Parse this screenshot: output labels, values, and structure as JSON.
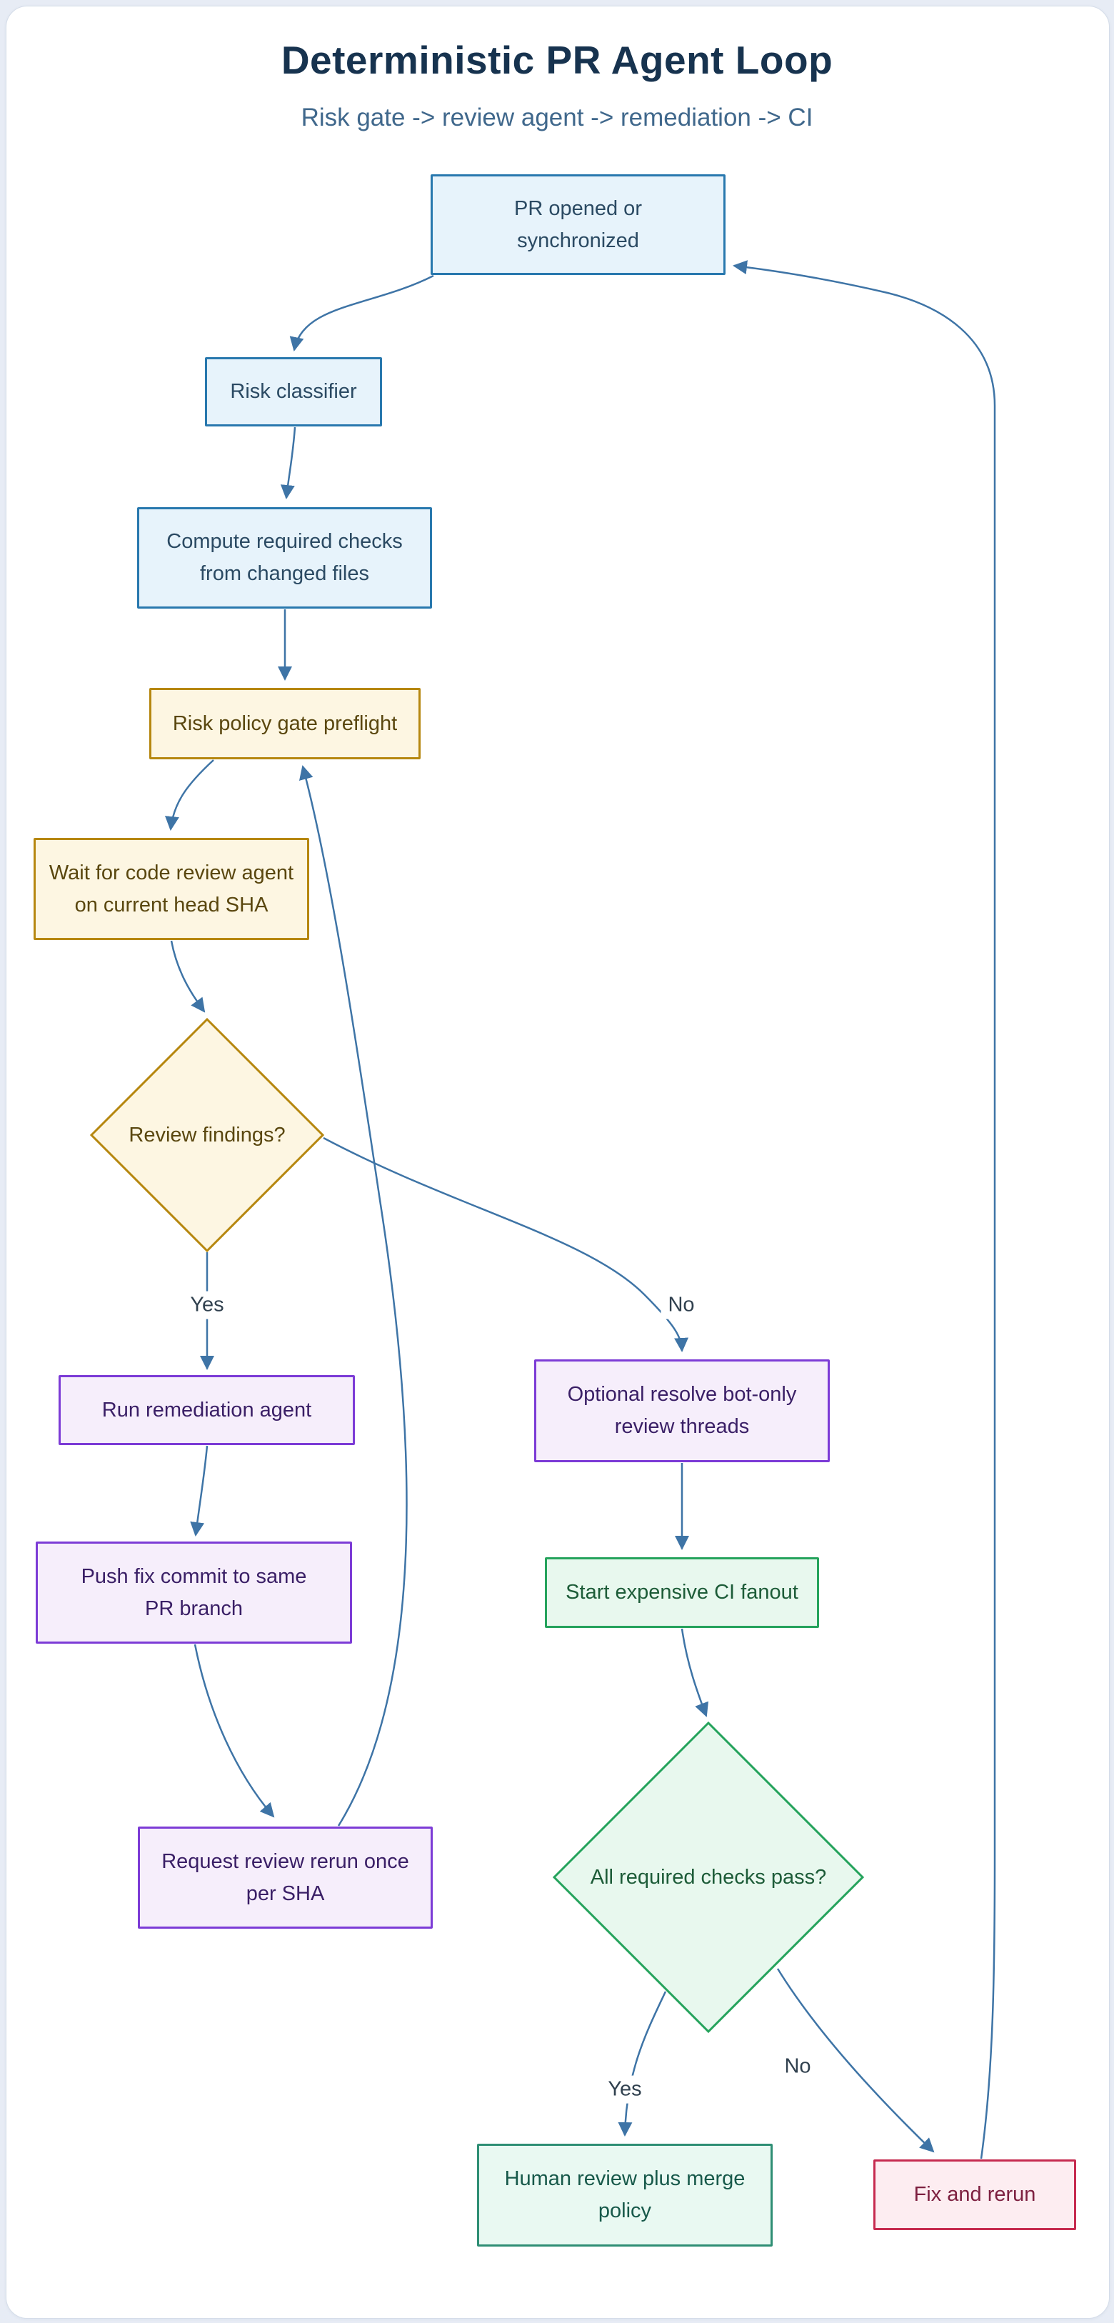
{
  "header": {
    "title": "Deterministic PR Agent Loop",
    "subtitle": "Risk gate -> review agent -> remediation -> CI"
  },
  "colors": {
    "canvas_background": "#e7ecf5",
    "card_background": "#ffffff",
    "edge": "#3e74a6",
    "title_text": "#17334f",
    "subtitle_text": "#40688c",
    "blue": {
      "fill": "#e7f3fb",
      "stroke": "#2878ae",
      "text": "#2b4a63"
    },
    "gold": {
      "fill": "#fdf6e2",
      "stroke": "#b6870f",
      "text": "#5a470f"
    },
    "purple": {
      "fill": "#f6eefb",
      "stroke": "#7c3bd6",
      "text": "#3a1f66"
    },
    "green": {
      "fill": "#e8f8ee",
      "stroke": "#25a35c",
      "text": "#1d5c38"
    },
    "teal": {
      "fill": "#e9f9f2",
      "stroke": "#2e8e74",
      "text": "#17594a"
    },
    "red": {
      "fill": "#fdedf1",
      "stroke": "#c62a4f",
      "text": "#7d2040"
    }
  },
  "nodes": {
    "pr_opened": {
      "label": "PR opened or\nsynchronized",
      "style": "blue",
      "shape": "rect"
    },
    "risk_classifier": {
      "label": "Risk classifier",
      "style": "blue",
      "shape": "rect"
    },
    "compute_checks": {
      "label": "Compute required checks\nfrom changed files",
      "style": "blue",
      "shape": "rect"
    },
    "preflight": {
      "label": "Risk policy gate preflight",
      "style": "gold",
      "shape": "rect"
    },
    "wait_agent": {
      "label": "Wait for code review agent\non current head SHA",
      "style": "gold",
      "shape": "rect"
    },
    "review_findings": {
      "label": "Review findings?",
      "style": "gold",
      "shape": "diamond"
    },
    "run_remediation": {
      "label": "Run remediation agent",
      "style": "purple",
      "shape": "rect"
    },
    "push_fix": {
      "label": "Push fix commit to same\nPR branch",
      "style": "purple",
      "shape": "rect"
    },
    "request_rerun": {
      "label": "Request review rerun once\nper SHA",
      "style": "purple",
      "shape": "rect"
    },
    "optional_resolve": {
      "label": "Optional resolve bot-only\nreview threads",
      "style": "purple",
      "shape": "rect"
    },
    "ci_fanout": {
      "label": "Start expensive CI fanout",
      "style": "green",
      "shape": "rect"
    },
    "checks_pass": {
      "label": "All required checks pass?",
      "style": "green",
      "shape": "diamond"
    },
    "human_review": {
      "label": "Human review plus merge\npolicy",
      "style": "teal",
      "shape": "rect"
    },
    "fix_rerun": {
      "label": "Fix and rerun",
      "style": "red",
      "shape": "rect"
    }
  },
  "edge_labels": {
    "yes_review": "Yes",
    "no_review": "No",
    "yes_checks": "Yes",
    "no_checks": "No"
  }
}
